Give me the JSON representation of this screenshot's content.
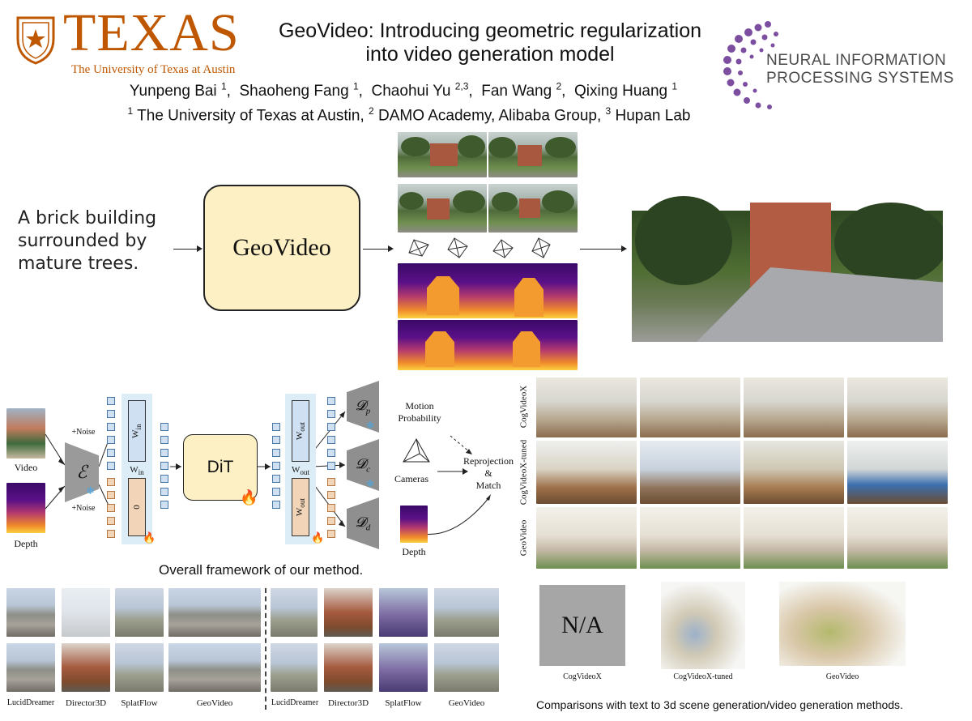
{
  "header": {
    "logo_wordmark": "TEXAS",
    "logo_subtitle": "The University of Texas at Austin",
    "title_line1": "GeoVideo: Introducing geometric regularization",
    "title_line2": "into video generation model",
    "authors": [
      {
        "name": "Yunpeng Bai",
        "aff": "1"
      },
      {
        "name": "Shaoheng Fang",
        "aff": "1"
      },
      {
        "name": "Chaohui Yu",
        "aff": "2,3"
      },
      {
        "name": "Fan Wang",
        "aff": "2"
      },
      {
        "name": "Qixing Huang",
        "aff": "1"
      }
    ],
    "affiliations": [
      {
        "num": "1",
        "name": "The University of Texas at Austin"
      },
      {
        "num": "2",
        "name": "DAMO Academy, Alibaba Group"
      },
      {
        "num": "3",
        "name": "Hupan Lab"
      }
    ],
    "neurips_line1": "NEURAL INFORMATION",
    "neurips_line2": "PROCESSING SYSTEMS"
  },
  "teaser": {
    "prompt_line1": "A brick building",
    "prompt_line2": "surrounded by",
    "prompt_line3": "mature trees.",
    "model_label": "GeoVideo"
  },
  "framework": {
    "input_video": "Video",
    "input_depth": "Depth",
    "noise1": "+Noise",
    "noise2": "+Noise",
    "encoder": "ℰ",
    "w_in": "W",
    "w_in_sub": "in",
    "w_in_plus": "W",
    "w_in_plus_sub": "in",
    "zero": "0",
    "dit": "DiT",
    "w_out": "W",
    "w_out_sub": "out",
    "w_out_plus": "W",
    "w_out_plus_sub": "out",
    "w_out2": "W",
    "w_out2_sub": "out",
    "dec_p": "𝓓",
    "dec_p_sub": "p",
    "dec_c": "𝓓",
    "dec_c_sub": "c",
    "dec_d": "𝓓",
    "dec_d_sub": "d",
    "motion_line1": "Motion",
    "motion_line2": "Probability",
    "cameras": "Cameras",
    "reproj_line1": "Reprojection",
    "reproj_line2": "&",
    "reproj_line3": "Match",
    "depth_out": "Depth",
    "caption": "Overall framework of our method."
  },
  "comparison_video": {
    "row_labels": [
      "CogVideoX",
      "CogVideoX-tuned",
      "GeoVideo"
    ]
  },
  "comparison_3d": {
    "left_labels": [
      "LucidDreamer",
      "Director3D",
      "SplatFlow",
      "GeoVideo"
    ],
    "right_labels": [
      "LucidDreamer",
      "Director3D",
      "SplatFlow",
      "GeoVideo"
    ]
  },
  "comparison_pc": {
    "na_text": "N/A",
    "labels": [
      "CogVideoX",
      "CogVideoX-tuned",
      "GeoVideo"
    ],
    "caption": "Comparisons with text to 3d scene generation/video generation methods."
  },
  "colors": {
    "texas_orange": "#bf5700",
    "neurips_purple": "#7b4ea0",
    "geovideo_box": "#fcf0c4",
    "dit_box": "#fcf0c4",
    "encoder_gray": "#9a9a9a"
  }
}
